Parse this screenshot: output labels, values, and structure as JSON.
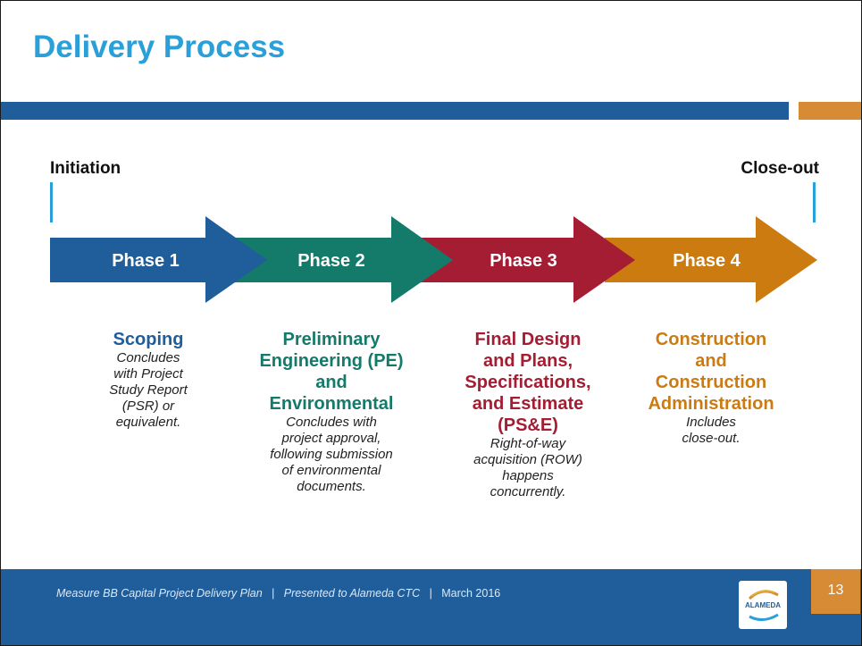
{
  "slide": {
    "title": "Delivery Process",
    "initiation_label": "Initiation",
    "closeout_label": "Close-out"
  },
  "phases": [
    {
      "label": "Phase 1",
      "color": "#1f5d9b",
      "head": [
        "Scoping"
      ],
      "head_color": "#1f5d9b",
      "desc": [
        "Concludes",
        "with Project",
        "Study Report",
        "(PSR) or",
        "equivalent."
      ]
    },
    {
      "label": "Phase 2",
      "color": "#147a6a",
      "head": [
        "Preliminary",
        "Engineering (PE)",
        "and",
        "Environmental"
      ],
      "head_color": "#147a6a",
      "desc": [
        "Concludes with",
        "project approval,",
        "following submission",
        "of environmental",
        "documents."
      ]
    },
    {
      "label": "Phase 3",
      "color": "#a51d33",
      "head": [
        "Final Design",
        "and Plans,",
        "Specifications,",
        "and Estimate",
        "(PS&E)"
      ],
      "head_color": "#a51d33",
      "desc": [
        "Right-of-way",
        "acquisition (ROW)",
        "happens",
        "concurrently."
      ]
    },
    {
      "label": "Phase 4",
      "color": "#cc7b10",
      "head": [
        "Construction",
        "and",
        "Construction",
        "Administration"
      ],
      "head_color": "#cc7b10",
      "desc": [
        "Includes",
        "close-out."
      ]
    }
  ],
  "footer": {
    "plan": "Measure BB Capital Project Delivery Plan",
    "sep1": "|",
    "presented": "Presented to Alameda CTC",
    "sep2": "|",
    "date": "March 2016",
    "page_number": "13",
    "logo_text": "ALAMEDA"
  },
  "colors": {
    "title": "#2a9fd8",
    "band_blue": "#1f5d9b",
    "band_orange": "#d68b34"
  }
}
